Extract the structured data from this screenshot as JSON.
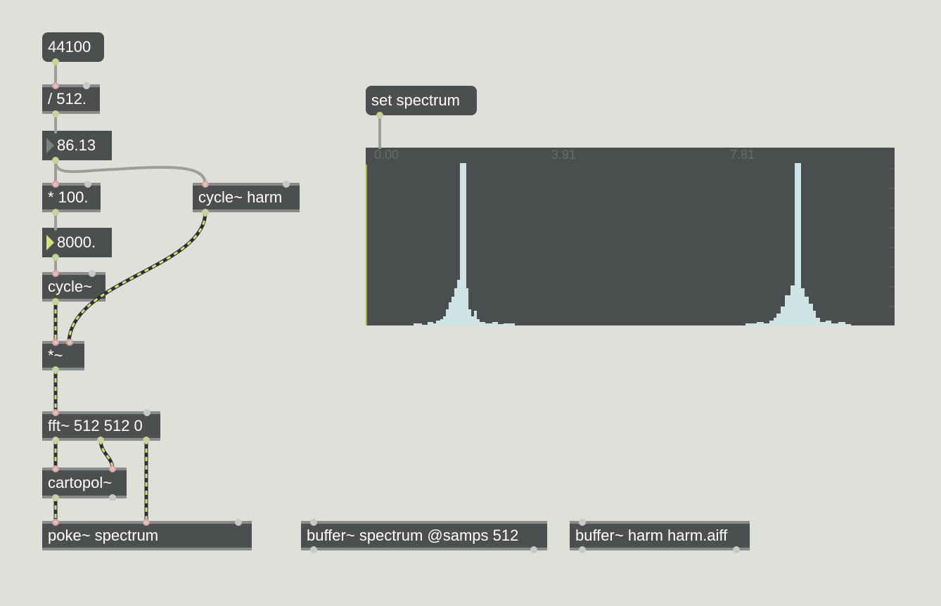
{
  "patcher": {
    "number_44100": "44100",
    "div_obj": "/ 512.",
    "float_num": "86.13",
    "mul_obj": "* 100.",
    "cycle_harm": "cycle~ harm",
    "float_num2": "8000.",
    "cycle_obj": "cycle~",
    "times_sig": "*~",
    "fft_obj": "fft~ 512 512 0",
    "cartopol_obj": "cartopol~",
    "poke_obj": "poke~ spectrum",
    "buffer_spectrum": "buffer~ spectrum @samps 512",
    "buffer_harm": "buffer~ harm harm.aiff",
    "set_msg": "set spectrum"
  },
  "spectroscope": {
    "labels": [
      "0.00",
      "3.91",
      "7.81"
    ],
    "background": "#4a4e4f",
    "bar_color": "#cde3e4"
  },
  "colors": {
    "canvas": "#dfe0da",
    "object": "#4c4f50",
    "signal_cord_stripe": "#d4e07a",
    "control_cord": "#9c9e9e",
    "inlet_ring": "#e59c9f",
    "outlet_ring": "#c6d77a"
  }
}
